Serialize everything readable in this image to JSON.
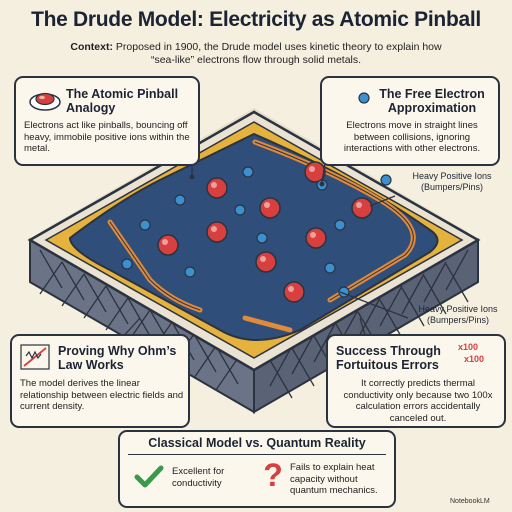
{
  "title": "The Drude Model: Electricity as Atomic Pinball",
  "context_label": "Context:",
  "context_text": "Proposed in 1900, the Drude model uses kinetic theory to explain how “sea-like” electrons flow through solid metals.",
  "cards": {
    "analogy": {
      "title": "The Atomic Pinball Analogy",
      "body": "Electrons act like pinballs, bouncing off heavy, immobile positive ions within the metal."
    },
    "free_electron": {
      "title": "The Free Electron Approximation",
      "body": "Electrons move in straight lines between collisions, ignoring interactions with other electrons."
    },
    "ohm": {
      "title": "Proving Why Ohm’s Law Works",
      "body": "The model derives the linear relationship between electric fields and current density."
    },
    "success": {
      "title": "Success Through Fortuitous Errors",
      "body": "It correctly predicts thermal conductivity only because two 100x calculation errors accidentally canceled out.",
      "mark_1": "x100",
      "mark_2": "x100"
    }
  },
  "labels": {
    "ions_top": "Heavy Positive Ions (Bumpers/Pins)",
    "ions_bottom": "Heavy Positive Ions (Bumpers/Pins)"
  },
  "comparison": {
    "title": "Classical Model vs. Quantum Reality",
    "good": "Excellent for conductivity",
    "bad": "Fails to explain heat capacity without quantum mechanics."
  },
  "watermark": "NotebookLM",
  "colors": {
    "ion": "#d8403f",
    "electron": "#3a90d0",
    "board": "#2f4f7a",
    "rail": "#e0a030",
    "check": "#3a9a4a",
    "question": "#d8403f"
  }
}
